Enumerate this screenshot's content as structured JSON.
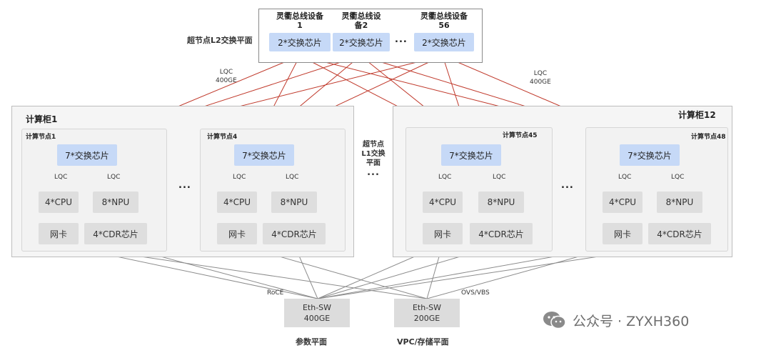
{
  "l2": {
    "plane_label": "超节点L2交换平面",
    "devices": [
      {
        "title": "灵衢总线设备1",
        "chip": "2*交换芯片"
      },
      {
        "title": "灵衢总线设备2",
        "chip": "2*交换芯片"
      },
      {
        "title": "灵衢总线设备56",
        "chip": "2*交换芯片"
      }
    ],
    "ellipsis": "..."
  },
  "links": {
    "lqc_400ge": [
      "LQC",
      "400GE"
    ],
    "lqc": "LQC",
    "roce": "RoCE",
    "ovs_vbs": "OVS/VBS"
  },
  "l1_plane": {
    "lines": [
      "超节点",
      "L1交换",
      "平面"
    ],
    "ellipsis": "..."
  },
  "cabinets": [
    {
      "title": "计算柜1",
      "ellipsis": "...",
      "nodes": [
        {
          "title": "计算节点1",
          "switch": "7*交换芯片",
          "cpu": "4*CPU",
          "npu": "8*NPU",
          "nic": "网卡",
          "cdr": "4*CDR芯片"
        },
        {
          "title": "计算节点4",
          "switch": "7*交换芯片",
          "cpu": "4*CPU",
          "npu": "8*NPU",
          "nic": "网卡",
          "cdr": "4*CDR芯片"
        }
      ]
    },
    {
      "title": "计算柜12",
      "ellipsis": "...",
      "nodes": [
        {
          "title": "计算节点45",
          "switch": "7*交换芯片",
          "cpu": "4*CPU",
          "npu": "8*NPU",
          "nic": "网卡",
          "cdr": "4*CDR芯片"
        },
        {
          "title": "计算节点48",
          "switch": "7*交换芯片",
          "cpu": "4*CPU",
          "npu": "8*NPU",
          "nic": "网卡",
          "cdr": "4*CDR芯片"
        }
      ]
    }
  ],
  "eth_switches": [
    {
      "name": "Eth-SW",
      "speed": "400GE",
      "plane": "参数平面"
    },
    {
      "name": "Eth-SW",
      "speed": "200GE",
      "plane": "VPC/存储平面"
    }
  ],
  "watermark": {
    "icon": "wechat-icon",
    "text": "公众号 · ZYXH360"
  },
  "colors": {
    "chip": "#c6d9f7",
    "red_link": "#c0392b",
    "gray_link": "#8c8c8c"
  }
}
